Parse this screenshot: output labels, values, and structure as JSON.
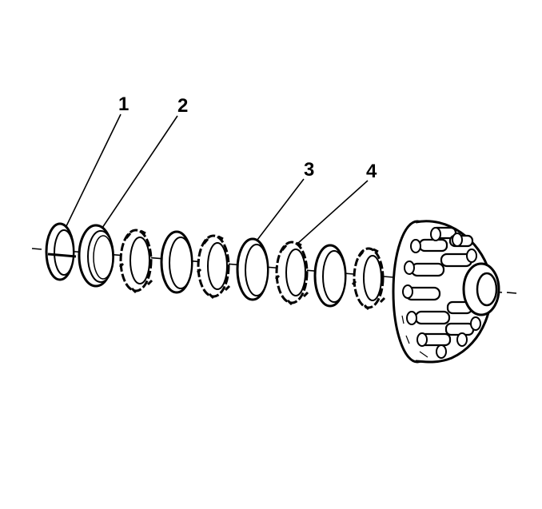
{
  "diagram": {
    "colors": {
      "ink": "#000000",
      "background": "#ffffff",
      "shade": "#d9d9d9"
    },
    "callouts": [
      {
        "id": "1",
        "label": "1"
      },
      {
        "id": "2",
        "label": "2"
      },
      {
        "id": "3",
        "label": "3"
      },
      {
        "id": "4",
        "label": "4"
      }
    ],
    "parts": [
      "snap-ring",
      "backing-plate",
      "friction-plate",
      "steel-plate",
      "friction-plate",
      "steel-plate",
      "friction-plate",
      "steel-plate",
      "friction-plate",
      "clutch-hub"
    ]
  }
}
